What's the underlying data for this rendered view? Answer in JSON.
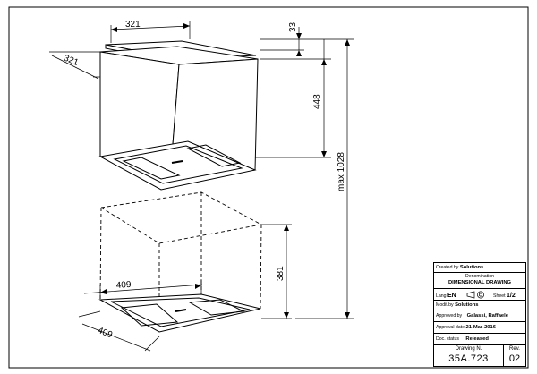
{
  "dimensions": {
    "top_width": "321",
    "top_depth": "321",
    "ceiling_plate": "33",
    "hood_height": "448",
    "total_height": "max 1028",
    "lower_height": "381",
    "lower_width": "409",
    "lower_depth": "409"
  },
  "title_block": {
    "created_by_label": "Created by",
    "created_by": "Solutions",
    "denomination_label": "Denomination",
    "denomination": "DIMENSIONAL DRAWING",
    "lang_label": "Lang",
    "lang": "EN",
    "sheet_label": "Sheet",
    "sheet": "1/2",
    "modified_by_label": "Modif.by",
    "modified_by": "Solutions",
    "approved_by_label": "Approved by",
    "approved_by": "Galassi, Raffaele",
    "approval_date_label": "Approval date",
    "approval_date": "21-Mar-2016",
    "doc_status_label": "Doc. status",
    "doc_status": "Released",
    "drawing_no_label": "Drawing N.",
    "drawing_no": "35A.723",
    "rev_label": "Rev.",
    "rev": "02"
  },
  "colors": {
    "line": "#000000",
    "hood_fill": "#ffffff"
  }
}
